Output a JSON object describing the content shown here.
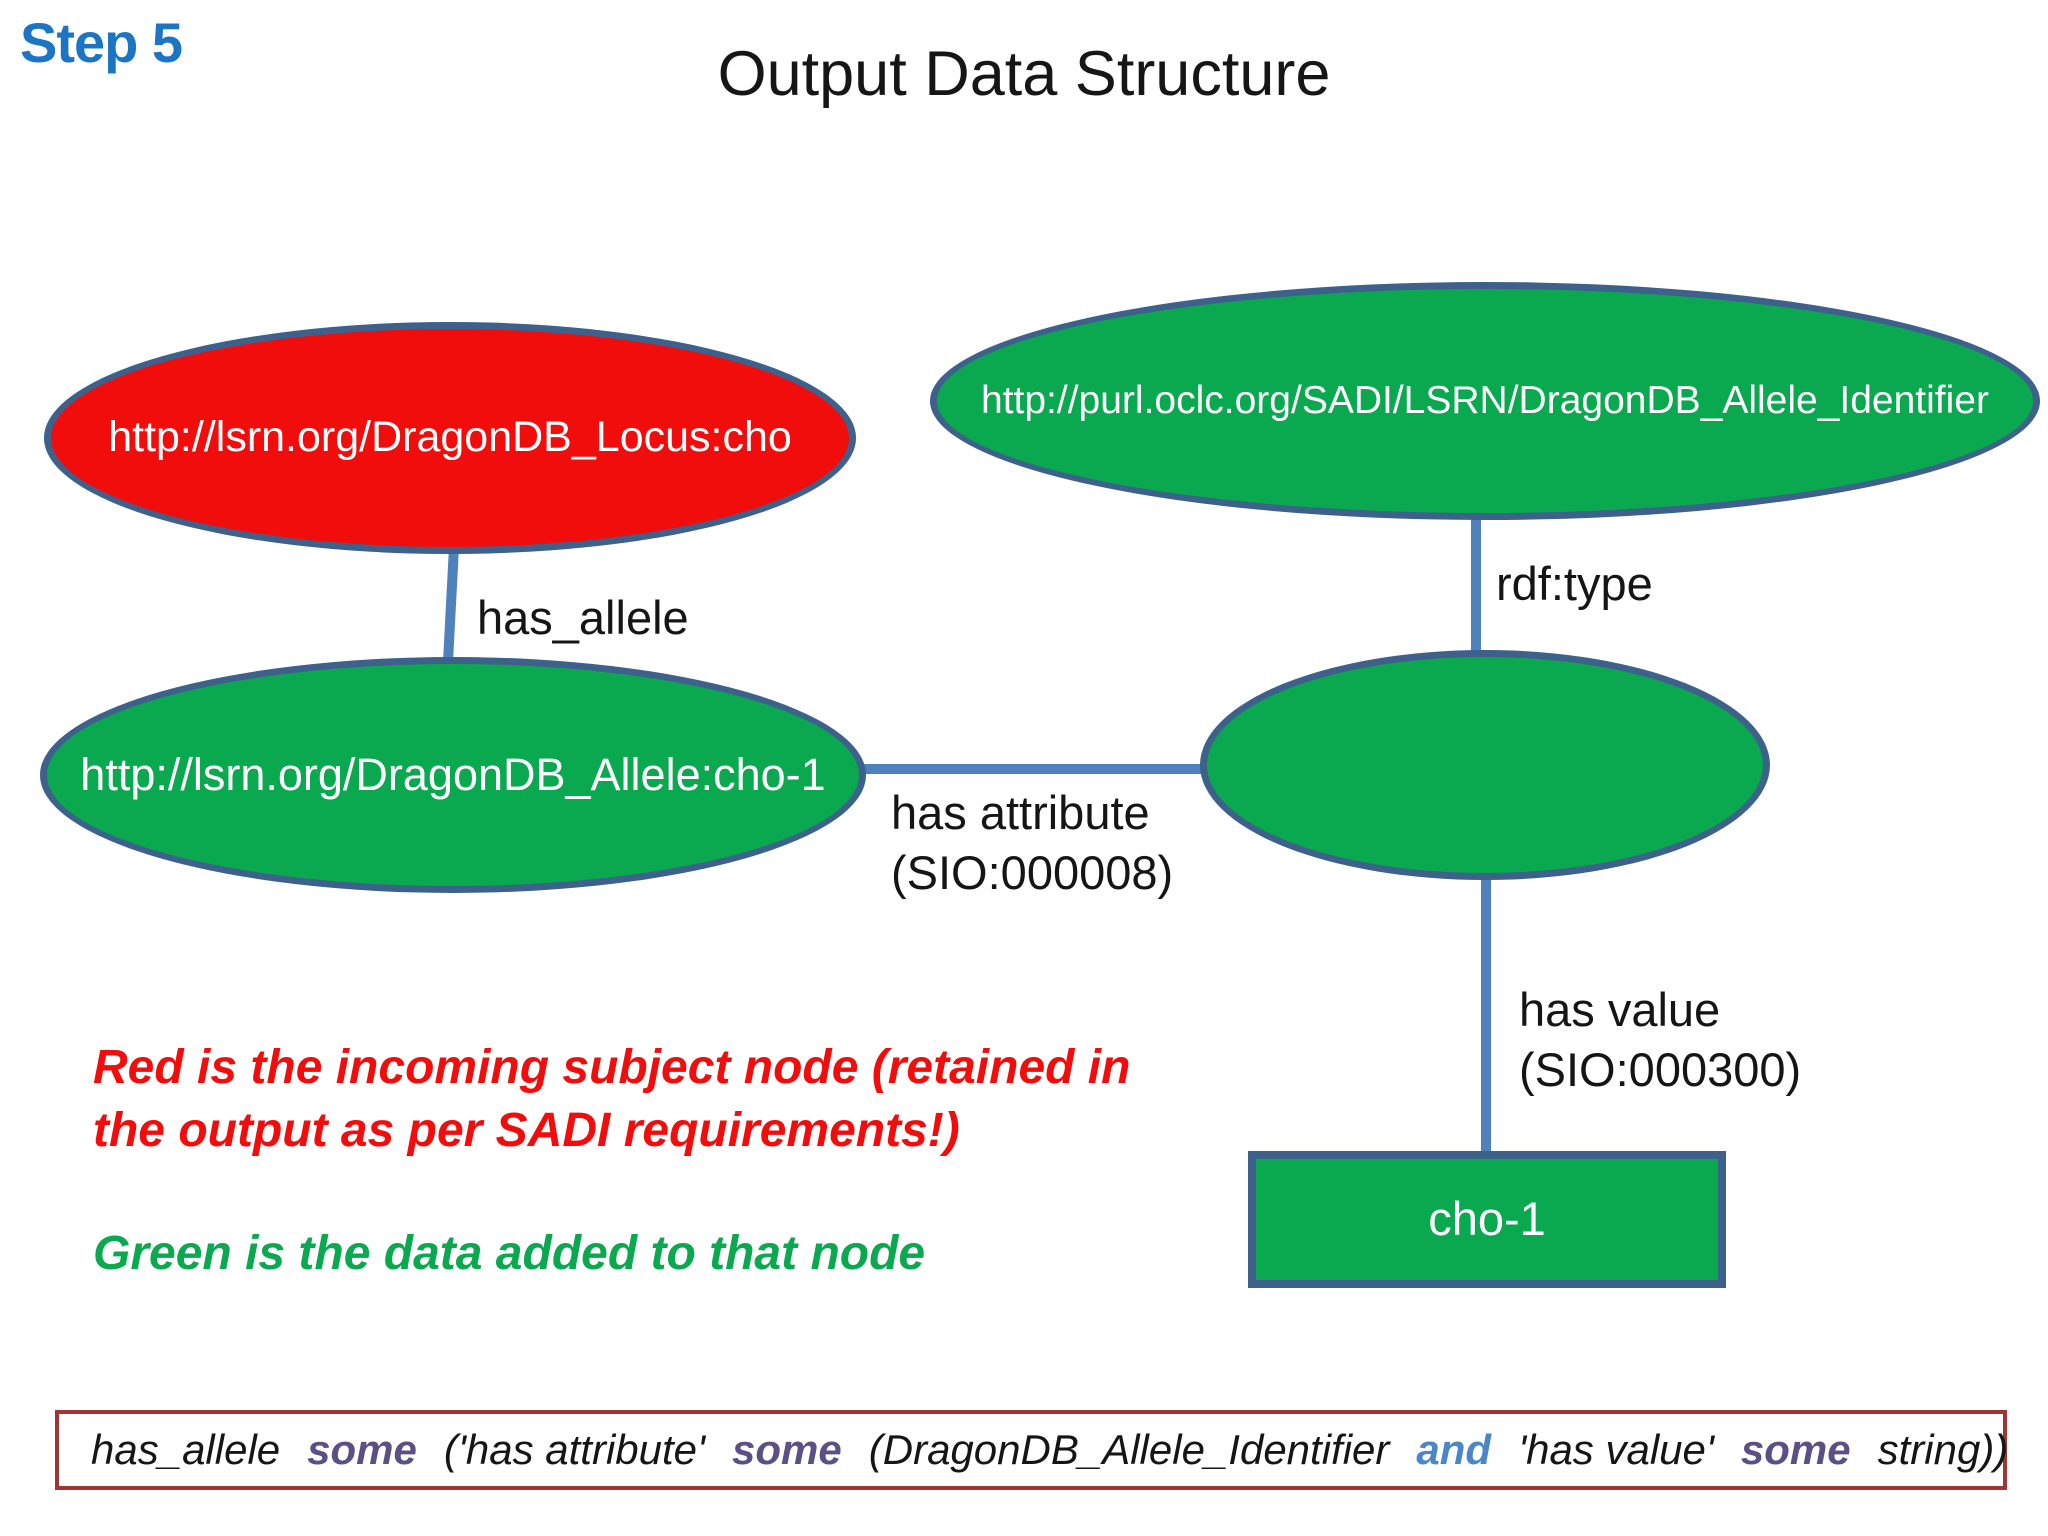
{
  "slide": {
    "step_label": "Step 5",
    "title": "Output Data Structure"
  },
  "nodes": {
    "locus_uri": "http://lsrn.org/DragonDB_Locus:cho",
    "allele_identifier_class_uri": "http://purl.oclc.org/SADI/LSRN/DragonDB_Allele_Identifier",
    "allele_uri": "http://lsrn.org/DragonDB_Allele:cho-1",
    "blank_node_label": "",
    "value_literal": "cho-1"
  },
  "edges": {
    "has_allele": "has_allele",
    "rdf_type": "rdf:type",
    "has_attribute_line1": "has attribute",
    "has_attribute_line2": "(SIO:000008)",
    "has_value_line1": "has value",
    "has_value_line2": "(SIO:000300)"
  },
  "notes": {
    "red_line1": "Red is the incoming subject node (retained in",
    "red_line2": "the output as per SADI requirements!)",
    "green": "Green is the data added to that node"
  },
  "owl_expression": {
    "segments": [
      {
        "text": "has_allele",
        "role": "plain"
      },
      {
        "text": "some",
        "role": "quantifier"
      },
      {
        "text": "('has attribute'",
        "role": "plain"
      },
      {
        "text": "some",
        "role": "quantifier"
      },
      {
        "text": "(DragonDB_Allele_Identifier",
        "role": "plain"
      },
      {
        "text": "and",
        "role": "conjunction"
      },
      {
        "text": "'has value'",
        "role": "plain"
      },
      {
        "text": "some",
        "role": "quantifier"
      },
      {
        "text": "string))",
        "role": "plain"
      }
    ]
  },
  "colors": {
    "incoming_node_fill": "#f20d0d",
    "added_node_fill": "#0aa84f",
    "node_border": "#3e618c",
    "connector": "#4f81bd",
    "quantifier_text": "#5b5086",
    "conjunction_text": "#4a86c8",
    "expression_box_border": "#a03535",
    "step_label_color": "#1b75c4"
  }
}
